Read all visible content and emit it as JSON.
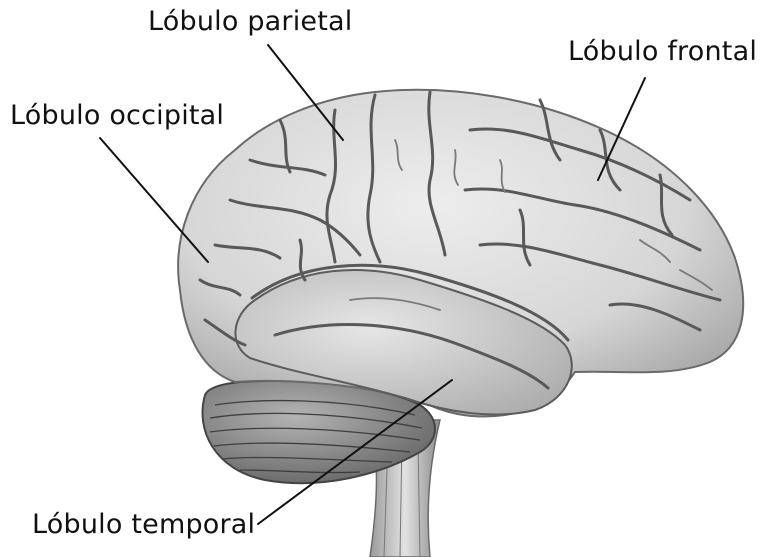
{
  "labels": {
    "parietal": "Lóbulo parietal",
    "frontal": "Lóbulo frontal",
    "occipital": "Lóbulo occipital",
    "temporal": "Lóbulo temporal"
  },
  "colors": {
    "background": "#ffffff",
    "brain_fill": "#dadada",
    "brain_shade": "#b0b0b0",
    "sulci": "#5a5a5a",
    "cerebellum": "#8a8a8a",
    "leader_lines": "#111111"
  }
}
